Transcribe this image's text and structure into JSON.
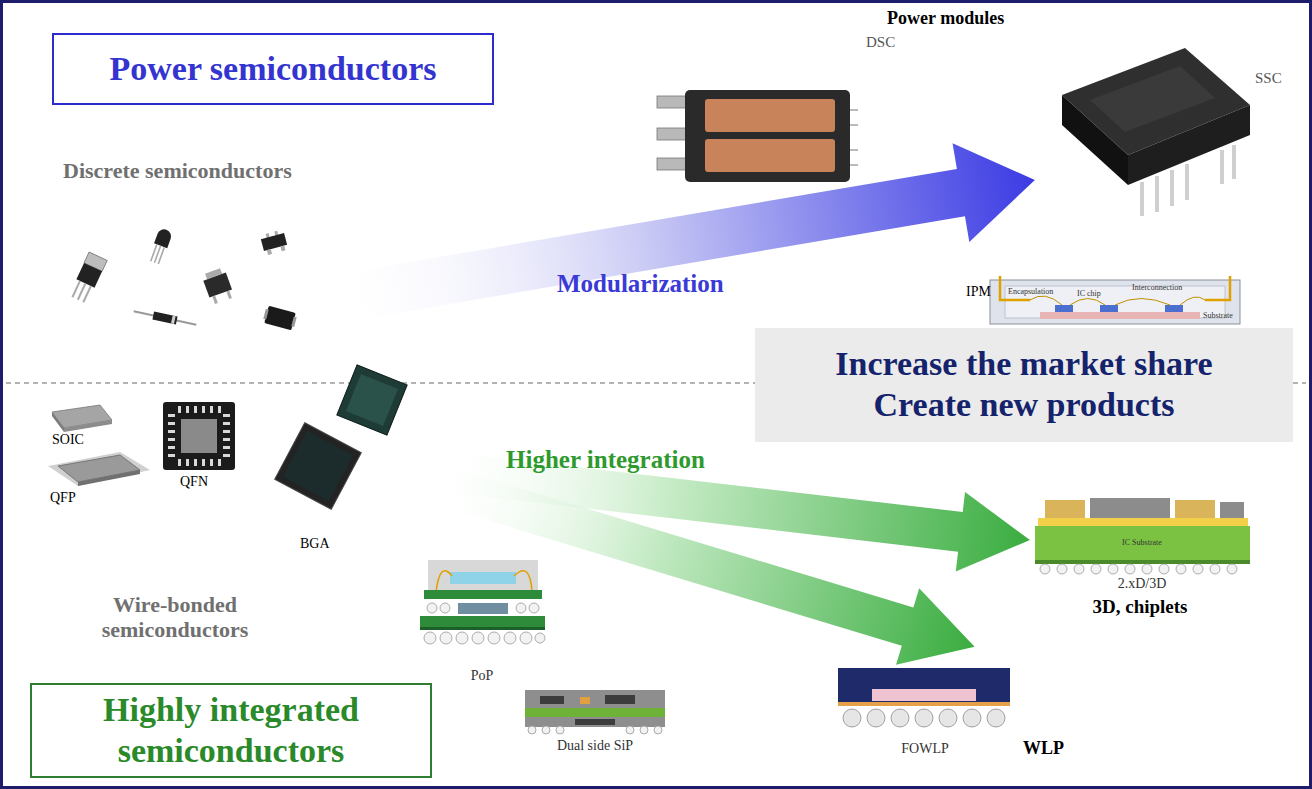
{
  "diagram": {
    "nodes": [
      {
        "text": [
          "Power semiconductors"
        ]
      },
      {
        "text": [
          "Increase the market share",
          "Create new products"
        ]
      },
      {
        "text": [
          "Highly integrated semiconductors"
        ]
      }
    ],
    "labels": [
      "Power modules",
      "DSC",
      "SSC",
      "Discrete semiconductors",
      "Modularization",
      "IPM",
      "Interconnection",
      "Encapsulation",
      "Substrate",
      "IC chip",
      "Higher integration",
      "SOIC",
      "QFN",
      "QFP",
      "BGA",
      "Wire-bonded semiconductors",
      "PoP",
      "Dual side SiP",
      "FOWLP",
      "WLP",
      "2.xD/3D",
      "3D, chiplets",
      "IC Substrate"
    ]
  }
}
